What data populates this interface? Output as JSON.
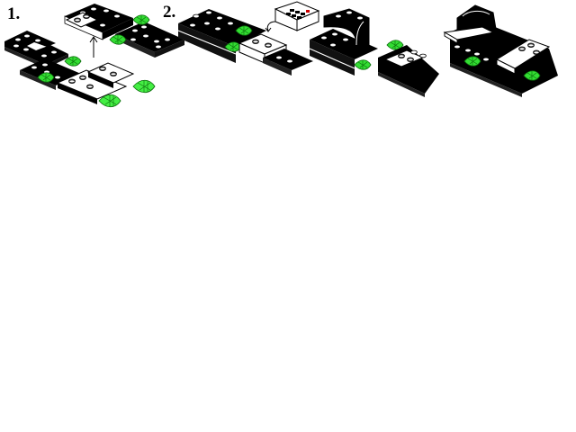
{
  "steps": [
    {
      "number": "1."
    },
    {
      "number": "2."
    }
  ],
  "colors": {
    "brick_black": "#000000",
    "brick_white": "#ffffff",
    "transparent_green": "#33cc33",
    "background": "#ffffff"
  },
  "icons": {
    "attach_arrow_step1": "arrow-up",
    "attach_arrow_step2": "curved-arrow"
  }
}
